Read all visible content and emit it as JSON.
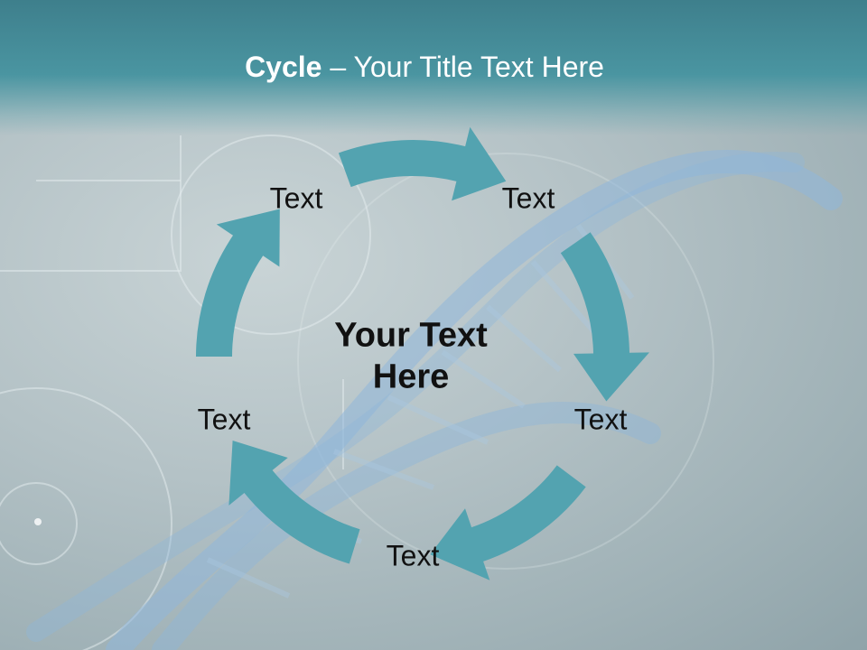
{
  "title": {
    "bold": "Cycle",
    "rest": " – Your Title Text Here"
  },
  "center_text": "Your Text Here",
  "labels": [
    "Text",
    "Text",
    "Text",
    "Text",
    "Text"
  ],
  "colors": {
    "arrow": "#53a3b0",
    "header": "#3e7f8c",
    "text": "#111111"
  }
}
